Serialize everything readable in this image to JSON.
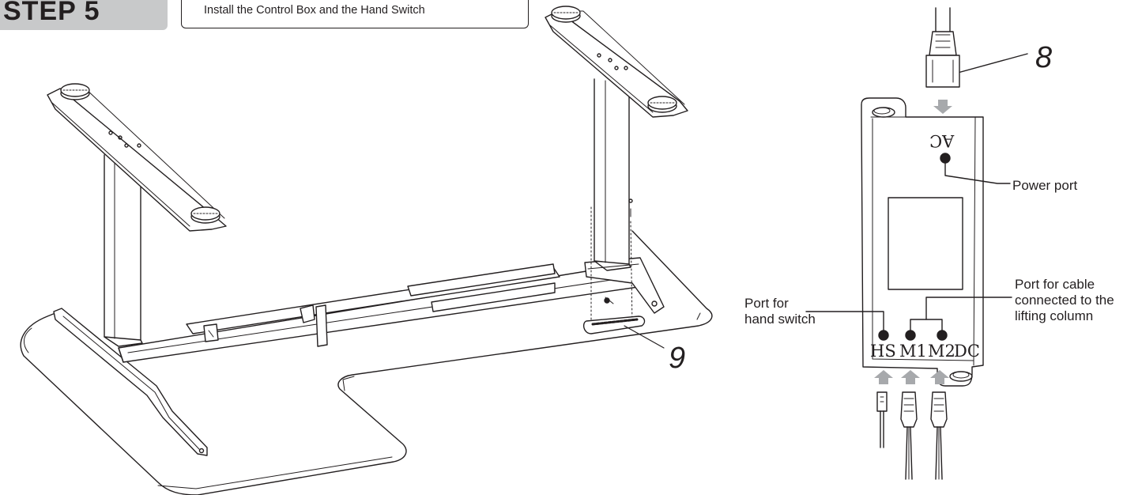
{
  "header": {
    "step_label": "STEP 5",
    "title": "Install the Control Box and the Hand Switch"
  },
  "callouts": {
    "control_box": "8",
    "hand_switch": "9"
  },
  "control_box": {
    "ac_label": "AC",
    "ports": [
      "HS",
      "M1",
      "M2",
      "DC"
    ]
  },
  "labels": {
    "power_port": "Power port",
    "hand_switch_port": [
      "Port for",
      "hand switch"
    ],
    "column_port": [
      "Port for cable",
      "connected to the",
      "lifting column"
    ]
  }
}
